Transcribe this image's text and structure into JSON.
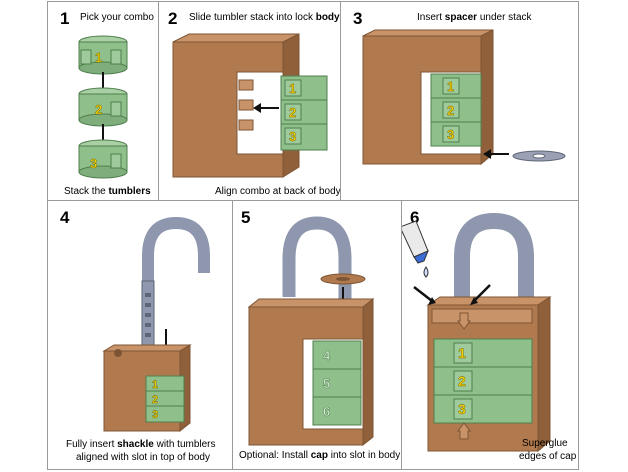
{
  "steps": [
    {
      "number": "1",
      "caption_top": "Pick your combo",
      "caption_bottom_pre": "Stack the ",
      "caption_bottom_bold": "tumblers"
    },
    {
      "number": "2",
      "caption_top_pre": "Slide tumbler stack into lock ",
      "caption_top_bold": "body",
      "caption_bottom": "Align combo at back of body"
    },
    {
      "number": "3",
      "caption_top_pre": "Insert ",
      "caption_top_bold": "spacer",
      "caption_top_post": " under stack"
    },
    {
      "number": "4",
      "caption_line1_pre": "Fully insert ",
      "caption_line1_bold": "shackle",
      "caption_line1_post": " with tumblers",
      "caption_line2": "aligned with slot in top of body"
    },
    {
      "number": "5",
      "caption_pre": "Optional: Install ",
      "caption_bold": "cap",
      "caption_post": " into slot in body"
    },
    {
      "number": "6",
      "caption_line1": "Superglue",
      "caption_line2": "edges of cap"
    }
  ],
  "tumbler_digits": {
    "step1": [
      "1",
      "2",
      "3"
    ],
    "step2": [
      "1",
      "2",
      "3"
    ],
    "step3": [
      "1",
      "2",
      "3"
    ],
    "step4": [
      "1",
      "2",
      "3"
    ],
    "step5": [
      "4",
      "5",
      "6"
    ],
    "step6": [
      "1",
      "2",
      "3"
    ]
  },
  "colors": {
    "bronze": "#b07a4e",
    "bronze_dark": "#7e5534",
    "tumbler_green": "#8fc08c",
    "tumbler_dark": "#4f7f4d",
    "digit_yellow": "#f5d400",
    "shackle_gray": "#8e97ad",
    "arrow": "#111111"
  }
}
